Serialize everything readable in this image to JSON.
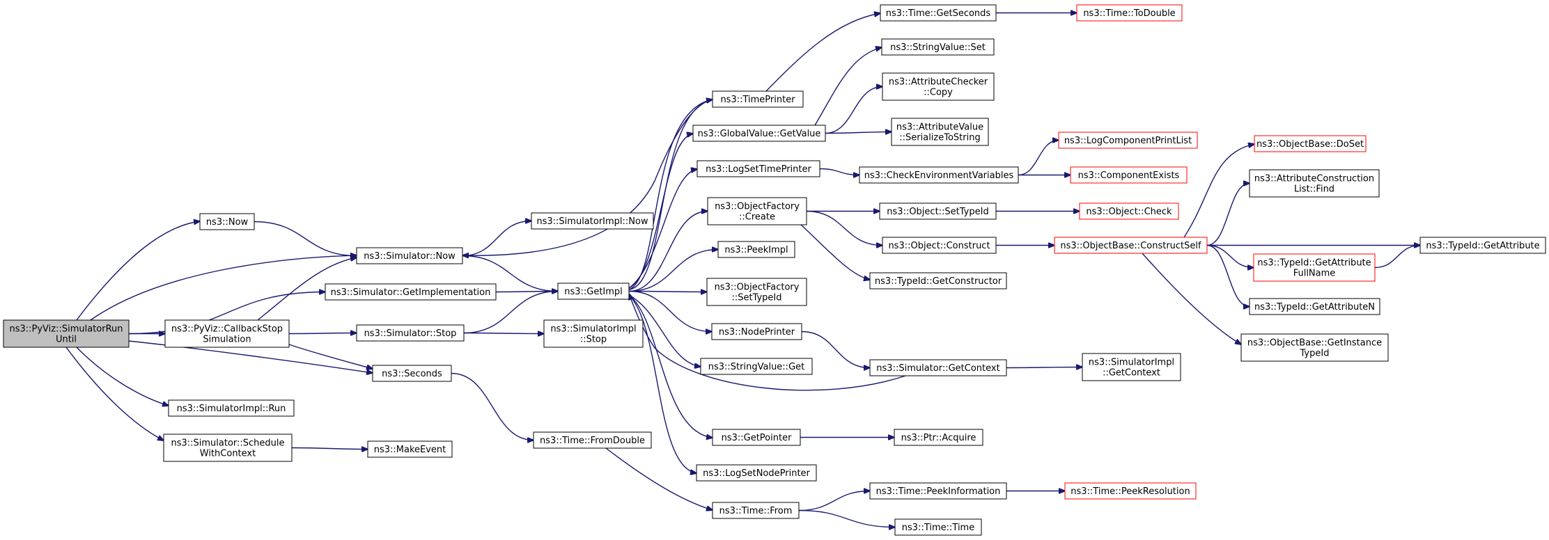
{
  "graph": {
    "nodes": [
      {
        "id": "root",
        "lines": [
          "ns3::PyViz::SimulatorRun",
          "Until"
        ],
        "style": "root"
      },
      {
        "id": "now",
        "lines": [
          "ns3::Now"
        ]
      },
      {
        "id": "simNow",
        "lines": [
          "ns3::Simulator::Now"
        ]
      },
      {
        "id": "simImplNow",
        "lines": [
          "ns3::SimulatorImpl::Now"
        ]
      },
      {
        "id": "getImpl",
        "lines": [
          "ns3::GetImpl"
        ]
      },
      {
        "id": "simGetImpl",
        "lines": [
          "ns3::Simulator::GetImplementation"
        ]
      },
      {
        "id": "cbStop",
        "lines": [
          "ns3::PyViz::CallbackStop",
          "Simulation"
        ]
      },
      {
        "id": "simStop",
        "lines": [
          "ns3::Simulator::Stop"
        ]
      },
      {
        "id": "simImplStop",
        "lines": [
          "ns3::SimulatorImpl",
          "::Stop"
        ]
      },
      {
        "id": "seconds",
        "lines": [
          "ns3::Seconds"
        ]
      },
      {
        "id": "simImplRun",
        "lines": [
          "ns3::SimulatorImpl::Run"
        ]
      },
      {
        "id": "schedCtx",
        "lines": [
          "ns3::Simulator::Schedule",
          "WithContext"
        ]
      },
      {
        "id": "makeEvent",
        "lines": [
          "ns3::MakeEvent"
        ]
      },
      {
        "id": "fromDouble",
        "lines": [
          "ns3::Time::FromDouble"
        ]
      },
      {
        "id": "timeFrom",
        "lines": [
          "ns3::Time::From"
        ]
      },
      {
        "id": "peekInfo",
        "lines": [
          "ns3::Time::PeekInformation"
        ]
      },
      {
        "id": "peekRes",
        "lines": [
          "ns3::Time::PeekResolution"
        ],
        "style": "red"
      },
      {
        "id": "timeTime",
        "lines": [
          "ns3::Time::Time"
        ]
      },
      {
        "id": "timePrinter",
        "lines": [
          "ns3::TimePrinter"
        ]
      },
      {
        "id": "getSeconds",
        "lines": [
          "ns3::Time::GetSeconds"
        ]
      },
      {
        "id": "toDouble",
        "lines": [
          "ns3::Time::ToDouble"
        ],
        "style": "red"
      },
      {
        "id": "gvGetValue",
        "lines": [
          "ns3::GlobalValue::GetValue"
        ]
      },
      {
        "id": "strValSet",
        "lines": [
          "ns3::StringValue::Set"
        ]
      },
      {
        "id": "attrCheckerCopy",
        "lines": [
          "ns3::AttributeChecker",
          "::Copy"
        ]
      },
      {
        "id": "attrValSer",
        "lines": [
          "ns3::AttributeValue",
          "::SerializeToString"
        ]
      },
      {
        "id": "logSetTP",
        "lines": [
          "ns3::LogSetTimePrinter"
        ]
      },
      {
        "id": "checkEnv",
        "lines": [
          "ns3::CheckEnvironmentVariables"
        ]
      },
      {
        "id": "logCompPrint",
        "lines": [
          "ns3::LogComponentPrintList"
        ],
        "style": "red"
      },
      {
        "id": "compExists",
        "lines": [
          "ns3::ComponentExists"
        ],
        "style": "red"
      },
      {
        "id": "ofCreate",
        "lines": [
          "ns3::ObjectFactory",
          "::Create"
        ]
      },
      {
        "id": "objSetTypeId",
        "lines": [
          "ns3::Object::SetTypeId"
        ]
      },
      {
        "id": "objCheck",
        "lines": [
          "ns3::Object::Check"
        ],
        "style": "red"
      },
      {
        "id": "objConstruct",
        "lines": [
          "ns3::Object::Construct"
        ]
      },
      {
        "id": "obConstructSelf",
        "lines": [
          "ns3::ObjectBase::ConstructSelf"
        ],
        "style": "red"
      },
      {
        "id": "tidGetCtor",
        "lines": [
          "ns3::TypeId::GetConstructor"
        ]
      },
      {
        "id": "peekImpl",
        "lines": [
          "ns3::PeekImpl"
        ]
      },
      {
        "id": "ofSetTypeId",
        "lines": [
          "ns3::ObjectFactory",
          "::SetTypeId"
        ]
      },
      {
        "id": "nodePrinter",
        "lines": [
          "ns3::NodePrinter"
        ]
      },
      {
        "id": "simGetCtx",
        "lines": [
          "ns3::Simulator::GetContext"
        ]
      },
      {
        "id": "simImplGetCtx",
        "lines": [
          "ns3::SimulatorImpl",
          "::GetContext"
        ]
      },
      {
        "id": "strValGet",
        "lines": [
          "ns3::StringValue::Get"
        ]
      },
      {
        "id": "getPointer",
        "lines": [
          "ns3::GetPointer"
        ]
      },
      {
        "id": "ptrAcquire",
        "lines": [
          "ns3::Ptr::Acquire"
        ]
      },
      {
        "id": "logSetNP",
        "lines": [
          "ns3::LogSetNodePrinter"
        ]
      },
      {
        "id": "obDoSet",
        "lines": [
          "ns3::ObjectBase::DoSet"
        ],
        "style": "red"
      },
      {
        "id": "acListFind",
        "lines": [
          "ns3::AttributeConstruction",
          "List::Find"
        ]
      },
      {
        "id": "tidGetAttrFull",
        "lines": [
          "ns3::TypeId::GetAttribute",
          "FullName"
        ],
        "style": "red"
      },
      {
        "id": "tidGetAttrN",
        "lines": [
          "ns3::TypeId::GetAttributeN"
        ]
      },
      {
        "id": "obGetInstTid",
        "lines": [
          "ns3::ObjectBase::GetInstance",
          "TypeId"
        ]
      },
      {
        "id": "tidGetAttr",
        "lines": [
          "ns3::TypeId::GetAttribute"
        ]
      }
    ],
    "edges": [
      {
        "from": "root",
        "to": "now"
      },
      {
        "from": "root",
        "to": "simNow"
      },
      {
        "from": "root",
        "to": "simGetImpl"
      },
      {
        "from": "root",
        "to": "cbStop"
      },
      {
        "from": "root",
        "to": "seconds"
      },
      {
        "from": "root",
        "to": "simImplRun"
      },
      {
        "from": "root",
        "to": "schedCtx"
      },
      {
        "from": "now",
        "to": "simNow"
      },
      {
        "from": "simNow",
        "to": "simImplNow"
      },
      {
        "from": "simNow",
        "to": "getImpl"
      },
      {
        "from": "simGetImpl",
        "to": "getImpl"
      },
      {
        "from": "cbStop",
        "to": "simNow"
      },
      {
        "from": "cbStop",
        "to": "simStop"
      },
      {
        "from": "cbStop",
        "to": "seconds"
      },
      {
        "from": "simStop",
        "to": "getImpl"
      },
      {
        "from": "simStop",
        "to": "simImplStop"
      },
      {
        "from": "seconds",
        "to": "fromDouble"
      },
      {
        "from": "schedCtx",
        "to": "makeEvent"
      },
      {
        "from": "fromDouble",
        "to": "timeFrom"
      },
      {
        "from": "timeFrom",
        "to": "peekInfo"
      },
      {
        "from": "timeFrom",
        "to": "timeTime"
      },
      {
        "from": "peekInfo",
        "to": "peekRes"
      },
      {
        "from": "getImpl",
        "to": "simNow"
      },
      {
        "from": "getImpl",
        "to": "timePrinter"
      },
      {
        "from": "getImpl",
        "to": "gvGetValue"
      },
      {
        "from": "getImpl",
        "to": "logSetTP"
      },
      {
        "from": "getImpl",
        "to": "ofCreate"
      },
      {
        "from": "getImpl",
        "to": "peekImpl"
      },
      {
        "from": "getImpl",
        "to": "ofSetTypeId"
      },
      {
        "from": "getImpl",
        "to": "nodePrinter"
      },
      {
        "from": "getImpl",
        "to": "strValGet"
      },
      {
        "from": "getImpl",
        "to": "getPointer"
      },
      {
        "from": "getImpl",
        "to": "logSetNP"
      },
      {
        "from": "timePrinter",
        "to": "getSeconds"
      },
      {
        "from": "getSeconds",
        "to": "toDouble"
      },
      {
        "from": "gvGetValue",
        "to": "strValSet"
      },
      {
        "from": "gvGetValue",
        "to": "attrCheckerCopy"
      },
      {
        "from": "gvGetValue",
        "to": "attrValSer"
      },
      {
        "from": "logSetTP",
        "to": "checkEnv"
      },
      {
        "from": "checkEnv",
        "to": "logCompPrint"
      },
      {
        "from": "checkEnv",
        "to": "compExists"
      },
      {
        "from": "ofCreate",
        "to": "objSetTypeId"
      },
      {
        "from": "ofCreate",
        "to": "objConstruct"
      },
      {
        "from": "ofCreate",
        "to": "tidGetCtor"
      },
      {
        "from": "objSetTypeId",
        "to": "objCheck"
      },
      {
        "from": "objConstruct",
        "to": "obConstructSelf"
      },
      {
        "from": "obConstructSelf",
        "to": "obDoSet"
      },
      {
        "from": "obConstructSelf",
        "to": "acListFind"
      },
      {
        "from": "obConstructSelf",
        "to": "tidGetAttr"
      },
      {
        "from": "obConstructSelf",
        "to": "tidGetAttrFull"
      },
      {
        "from": "obConstructSelf",
        "to": "tidGetAttrN"
      },
      {
        "from": "obConstructSelf",
        "to": "obGetInstTid"
      },
      {
        "from": "tidGetAttrFull",
        "to": "tidGetAttr"
      },
      {
        "from": "nodePrinter",
        "to": "simGetCtx"
      },
      {
        "from": "simGetCtx",
        "to": "getImpl"
      },
      {
        "from": "simGetCtx",
        "to": "simImplGetCtx"
      },
      {
        "from": "getPointer",
        "to": "ptrAcquire"
      }
    ],
    "colors": {
      "edge": "#191970",
      "root_fill": "#bfbfbf",
      "border": "#000000",
      "external_border": "#ff0000"
    }
  }
}
